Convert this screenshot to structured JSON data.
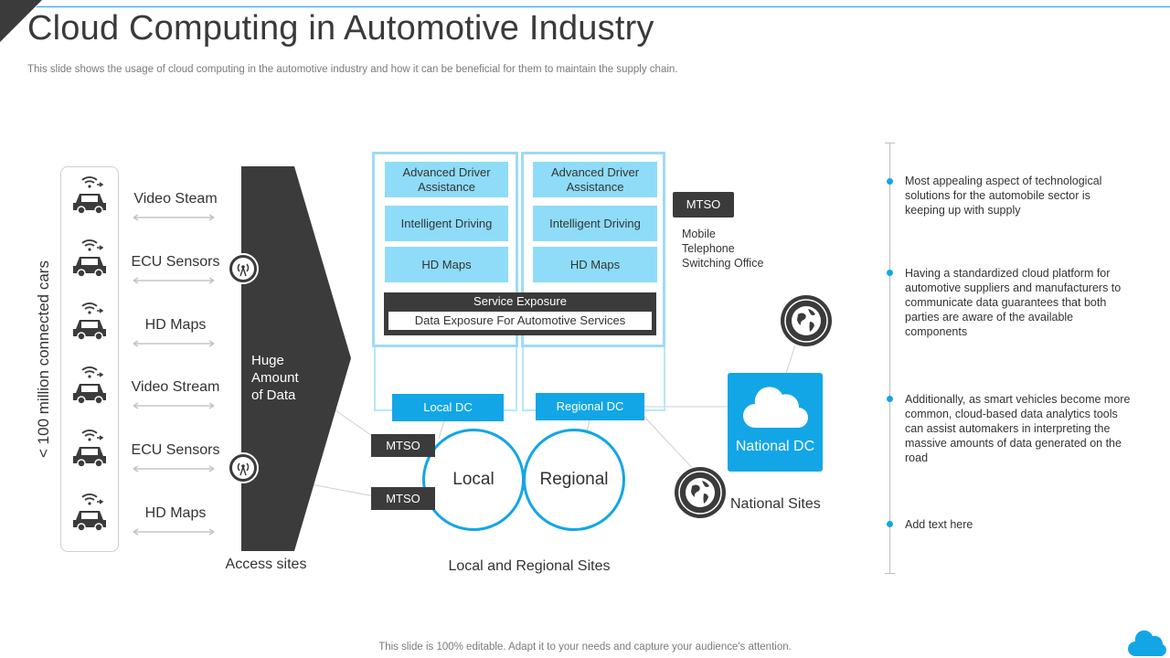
{
  "header": {
    "title": "Cloud Computing in Automotive Industry",
    "subtitle": "This slide shows the usage of cloud computing in the automotive industry and how it can be beneficial for them to maintain the supply chain."
  },
  "cars": {
    "vertical_label": "< 100 million connected cars",
    "feeds": [
      "Video Steam",
      "ECU Sensors",
      "HD Maps",
      "Video Stream",
      "ECU Sensors",
      "HD Maps"
    ]
  },
  "access": {
    "funnel_text": [
      "Huge",
      "Amount",
      "of Data"
    ],
    "label": "Access sites"
  },
  "stacks": {
    "left": [
      "Advanced Driver Assistance",
      "Intelligent Driving",
      "HD Maps"
    ],
    "right": [
      "Advanced Driver Assistance",
      "Intelligent Driving",
      "HD Maps"
    ],
    "exposure_title": "Service Exposure",
    "exposure_inner": "Data Exposure For Automotive Services"
  },
  "mtso": {
    "tag": "MTSO",
    "description": [
      "Mobile",
      "Telephone",
      "Switching Office"
    ],
    "tag_lower_1": "MTSO",
    "tag_lower_2": "MTSO"
  },
  "datacenters": {
    "local_dc": "Local DC",
    "regional_dc": "Regional DC",
    "national_dc": "National DC"
  },
  "sites": {
    "local": "Local",
    "regional": "Regional",
    "local_regional_label": "Local and Regional Sites",
    "national_label": "National Sites"
  },
  "bullets": [
    "Most appealing aspect of technological solutions for the automobile sector is keeping up with supply",
    "Having a standardized cloud platform for automotive suppliers and manufacturers to communicate data guarantees that both parties are aware of the available components",
    "Additionally, as smart vehicles become more common, cloud-based data analytics tools can assist automakers in interpreting the massive amounts of data generated on the road",
    "Add text here"
  ],
  "footer": "This slide is 100% editable. Adapt it to your needs and capture your audience's attention.",
  "colors": {
    "accent": "#12a6e6",
    "light_accent": "#8fdcf8",
    "dark": "#3b3b3b"
  },
  "icons": [
    "connected-car-icon",
    "antenna-icon",
    "globe-icon",
    "cloud-icon"
  ]
}
